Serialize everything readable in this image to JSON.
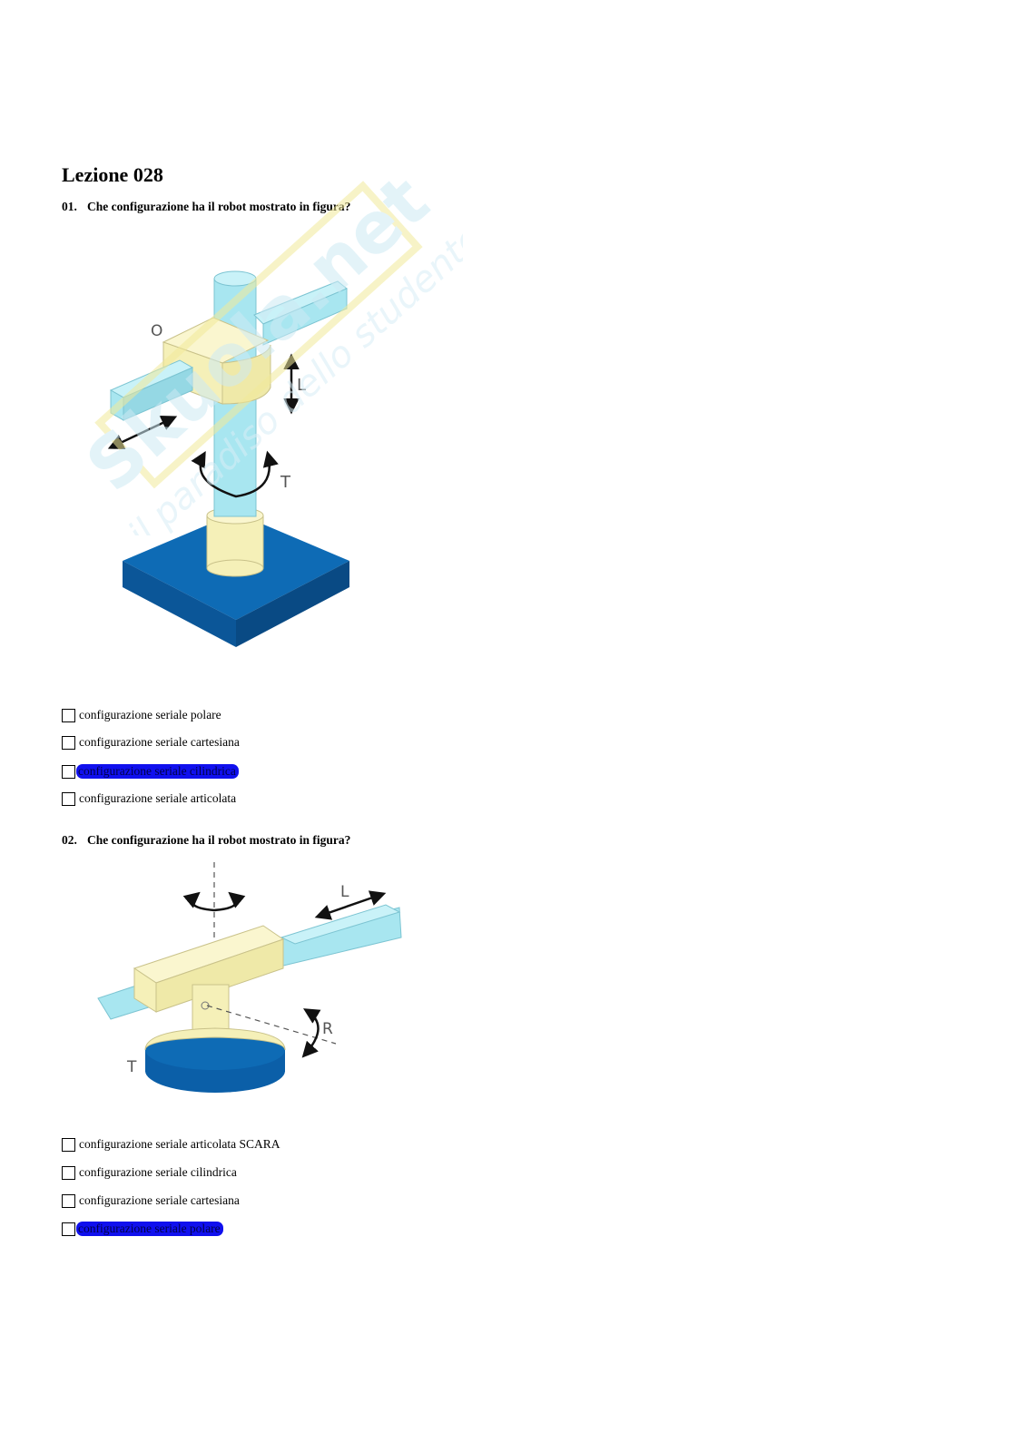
{
  "page": {
    "title": "Lezione 028"
  },
  "questions": [
    {
      "number": "01.",
      "text": "Che configurazione ha il robot mostrato in figura?",
      "figure_labels": {
        "o": "O",
        "l": "L",
        "t": "T"
      },
      "options": [
        {
          "label": "configurazione seriale polare",
          "highlighted": false
        },
        {
          "label": "configurazione seriale cartesiana",
          "highlighted": false
        },
        {
          "label": "configurazione seriale cilindrica",
          "highlighted": true
        },
        {
          "label": "configurazione seriale articolata",
          "highlighted": false
        }
      ]
    },
    {
      "number": "02.",
      "text": "Che configurazione ha il robot mostrato in figura?",
      "figure_labels": {
        "l": "L",
        "r": "R",
        "t": "T"
      },
      "options": [
        {
          "label": "configurazione seriale articolata SCARA",
          "highlighted": false
        },
        {
          "label": "configurazione seriale cilindrica",
          "highlighted": false
        },
        {
          "label": "configurazione seriale cartesiana",
          "highlighted": false
        },
        {
          "label": "configurazione seriale polare",
          "highlighted": true
        }
      ]
    }
  ],
  "watermark": {
    "line1": "Skuola.net",
    "line2": "il paradiso dello studente"
  },
  "colors": {
    "highlight": "#1010ee",
    "cyan_part": "#a8e6f0",
    "yellow_part": "#f5f0b8",
    "blue_base": "#0b5fa8"
  }
}
